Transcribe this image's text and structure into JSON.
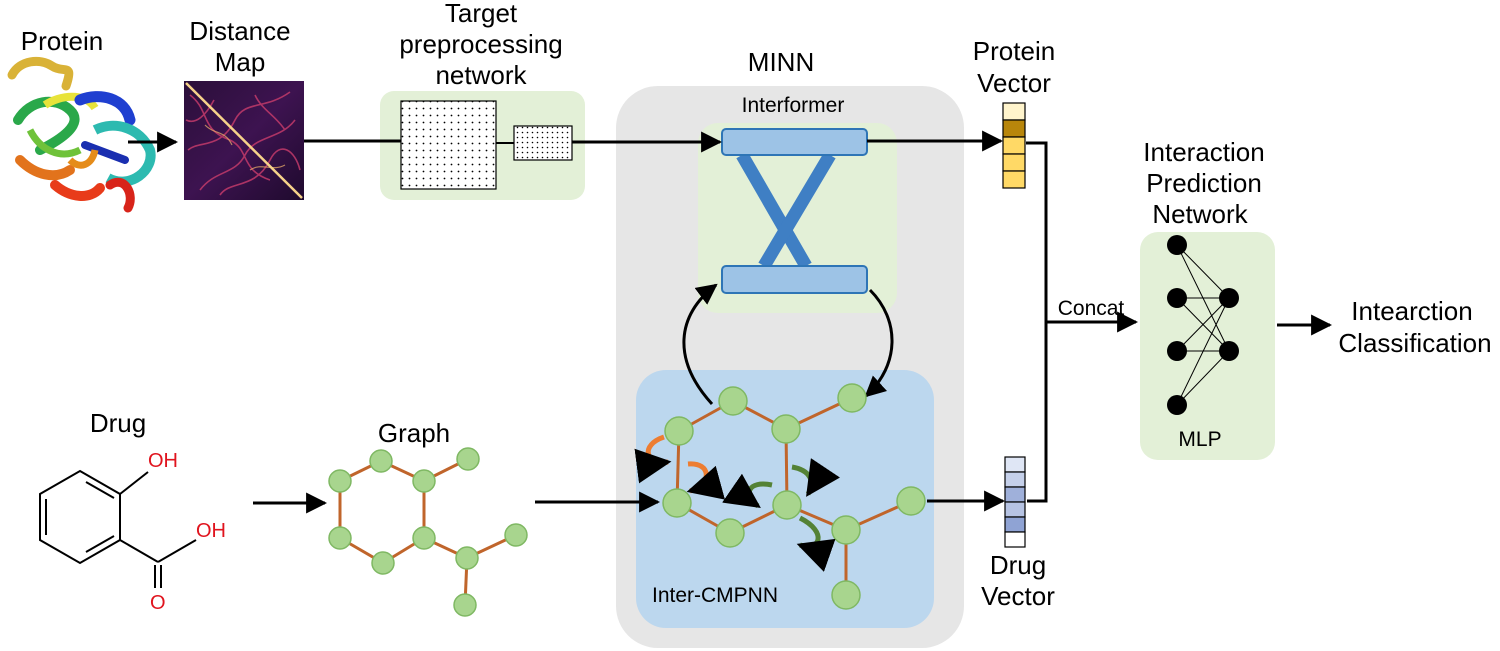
{
  "labels": {
    "protein": "Protein",
    "distance_map_1": "Distance",
    "distance_map_2": "Map",
    "target_1": "Target",
    "target_2": "preprocessing",
    "target_3": "network",
    "minn": "MINN",
    "interformer": "Interformer",
    "inter_cmpnn": "Inter-CMPNN",
    "protein_vector_1": "Protein",
    "protein_vector_2": "Vector",
    "drug_vector_1": "Drug",
    "drug_vector_2": "Vector",
    "concat": "Concat",
    "ipn_1": "Interaction",
    "ipn_2": "Prediction",
    "ipn_3": "Network",
    "mlp": "MLP",
    "output_1": "Intearction",
    "output_2": "Classification",
    "drug": "Drug",
    "graph": "Graph"
  },
  "chemistry": {
    "oh_top": "OH",
    "oh_right": "OH",
    "o_bottom": "O"
  },
  "colors": {
    "node_green": "#a8d58e",
    "graph_edge": "#c0652b",
    "green_panel": "#e3f0d7",
    "blue_panel": "#bcd7ee",
    "gray_panel": "#e6e6e6",
    "bar_blue": "#9dc3e6",
    "protein_vec": [
      "#fff4cc",
      "#b8860b",
      "#ffd966",
      "#ffd966",
      "#ffd966"
    ],
    "drug_vec": [
      "#dfe6f5",
      "#c5d0ea",
      "#9fb0da",
      "#b6c3e3",
      "#8fa3d4",
      "#ffffff"
    ],
    "orange_arrow": "#ed7d31",
    "green_arrow": "#548235"
  },
  "icons": {
    "protein_image": "protein-ribbon-structure",
    "distance_map": "heatmap-matrix"
  }
}
